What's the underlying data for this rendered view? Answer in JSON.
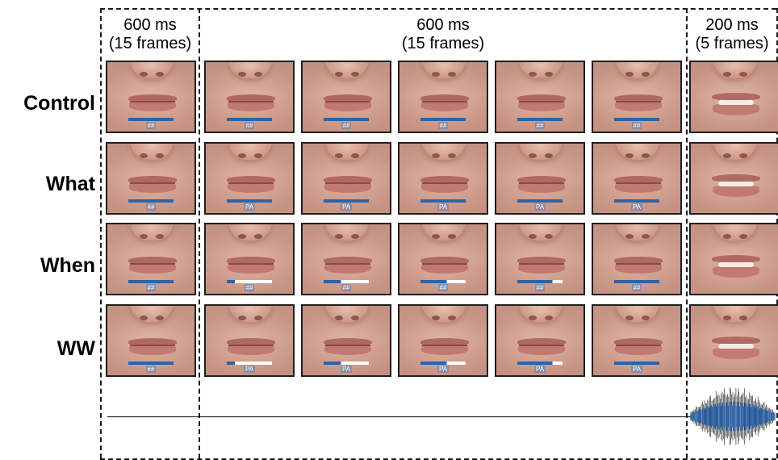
{
  "columns": [
    {
      "line1": "600 ms",
      "line2": "(15 frames)"
    },
    {
      "line1": "600 ms",
      "line2": "(15 frames)"
    },
    {
      "line1": "200 ms",
      "line2": "(5 frames)"
    }
  ],
  "rows": [
    {
      "label": "Control",
      "frames": [
        {
          "tag": "##",
          "bar_fill": 1.0
        },
        {
          "tag": "##",
          "bar_fill": 1.0
        },
        {
          "tag": "##",
          "bar_fill": 1.0
        },
        {
          "tag": "##",
          "bar_fill": 1.0
        },
        {
          "tag": "##",
          "bar_fill": 1.0
        },
        {
          "tag": "##",
          "bar_fill": 1.0
        },
        {
          "tag": "",
          "bar_fill": 0
        }
      ]
    },
    {
      "label": "What",
      "frames": [
        {
          "tag": "##",
          "bar_fill": 1.0
        },
        {
          "tag": "PA",
          "bar_fill": 1.0
        },
        {
          "tag": "PA",
          "bar_fill": 1.0
        },
        {
          "tag": "PA",
          "bar_fill": 1.0
        },
        {
          "tag": "PA",
          "bar_fill": 1.0
        },
        {
          "tag": "PA",
          "bar_fill": 1.0
        },
        {
          "tag": "",
          "bar_fill": 0
        }
      ]
    },
    {
      "label": "When",
      "frames": [
        {
          "tag": "##",
          "bar_fill": 1.0
        },
        {
          "tag": "##",
          "bar_fill": 0.18
        },
        {
          "tag": "##",
          "bar_fill": 0.38
        },
        {
          "tag": "##",
          "bar_fill": 0.58
        },
        {
          "tag": "##",
          "bar_fill": 0.78
        },
        {
          "tag": "##",
          "bar_fill": 1.0
        },
        {
          "tag": "",
          "bar_fill": 0
        }
      ]
    },
    {
      "label": "WW",
      "frames": [
        {
          "tag": "##",
          "bar_fill": 1.0
        },
        {
          "tag": "PA",
          "bar_fill": 0.18
        },
        {
          "tag": "PA",
          "bar_fill": 0.38
        },
        {
          "tag": "PA",
          "bar_fill": 0.58
        },
        {
          "tag": "PA",
          "bar_fill": 0.78
        },
        {
          "tag": "PA",
          "bar_fill": 1.0
        },
        {
          "tag": "",
          "bar_fill": 0
        }
      ]
    }
  ],
  "colors": {
    "progress_bar": "#2e63a6",
    "waveform": "#2e63a6",
    "frame_border": "#1f1f1f"
  }
}
